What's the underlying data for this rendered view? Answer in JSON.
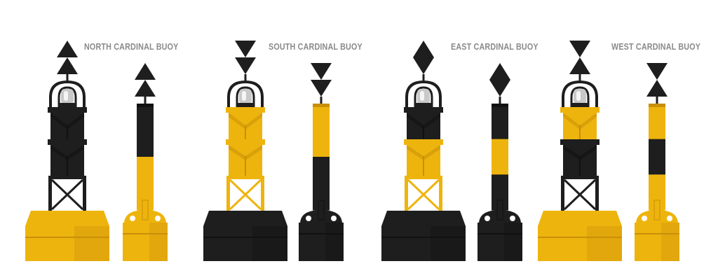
{
  "colors": {
    "yellow": "#eeb40e",
    "yellow_dark": "#c88f08",
    "black": "#1e1e1e",
    "black_mid": "#2f2f2f",
    "label_gray": "#8a8a8a"
  },
  "buoys": [
    {
      "label": "NORTH CARDINAL BUOY",
      "topmark": "cones-up",
      "large": {
        "upper_cage": "black",
        "lower_cage": "black",
        "legs": "black",
        "base": "yellow"
      },
      "spar": {
        "bands": [
          "black",
          "yellow"
        ],
        "base": "yellow"
      }
    },
    {
      "label": "SOUTH CARDINAL BUOY",
      "topmark": "cones-down",
      "large": {
        "upper_cage": "yellow",
        "lower_cage": "yellow",
        "legs": "yellow",
        "base": "black"
      },
      "spar": {
        "bands": [
          "yellow",
          "black"
        ],
        "base": "black"
      }
    },
    {
      "label": "EAST CARDINAL BUOY",
      "topmark": "cones-base-to-base",
      "large": {
        "upper_cage": "black",
        "lower_cage": "yellow",
        "legs": "yellow",
        "base": "black"
      },
      "spar": {
        "bands": [
          "black",
          "yellow",
          "black"
        ],
        "base": "black"
      }
    },
    {
      "label": "WEST CARDINAL BUOY",
      "topmark": "cones-point-to-point",
      "large": {
        "upper_cage": "yellow",
        "lower_cage": "black",
        "legs": "black",
        "base": "yellow"
      },
      "spar": {
        "bands": [
          "yellow",
          "black",
          "yellow"
        ],
        "base": "yellow"
      }
    }
  ]
}
